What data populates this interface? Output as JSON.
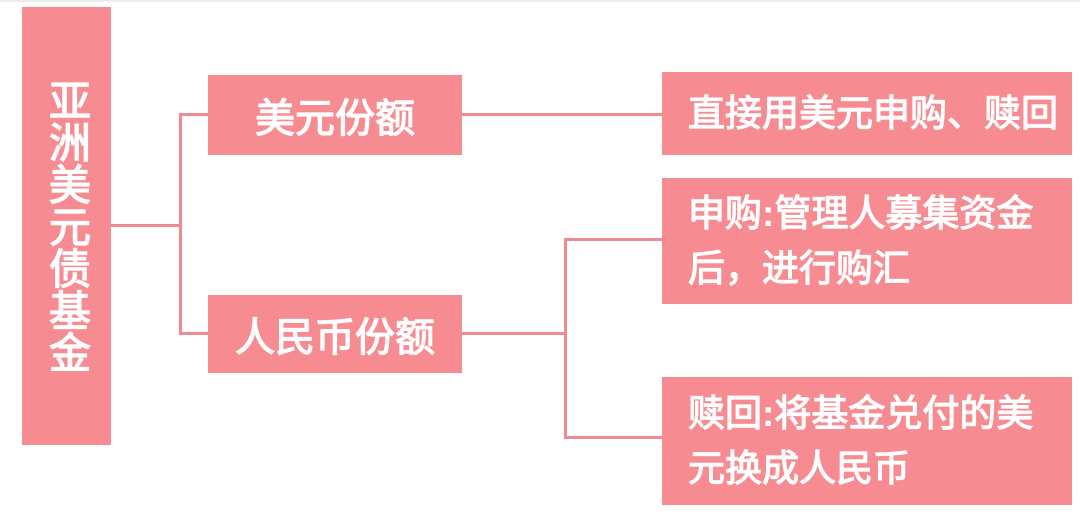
{
  "colors": {
    "box_fill": "#F68C92",
    "connector": "#EF8A90",
    "text": "#FFFFFF",
    "background": "#FFFFFF",
    "top_hairline": "#ECECEC"
  },
  "diagram": {
    "type": "tree-flowchart",
    "root": {
      "label": "亚洲美元债基金"
    },
    "branches": [
      {
        "label": "美元份额",
        "children": [
          {
            "label": "直接用美元申购、赎回",
            "lines": [
              "直接用美元申购、赎回"
            ]
          }
        ]
      },
      {
        "label": "人民币份额",
        "children": [
          {
            "label": "申购:管理人募集资金后，进行购汇",
            "lines": [
              "申购:管理人募集资金",
              "后，进行购汇"
            ]
          },
          {
            "label": "赎回:将基金兑付的美元换成人民币",
            "lines": [
              "赎回:将基金兑付的美",
              "元换成人民币"
            ]
          }
        ]
      }
    ]
  }
}
